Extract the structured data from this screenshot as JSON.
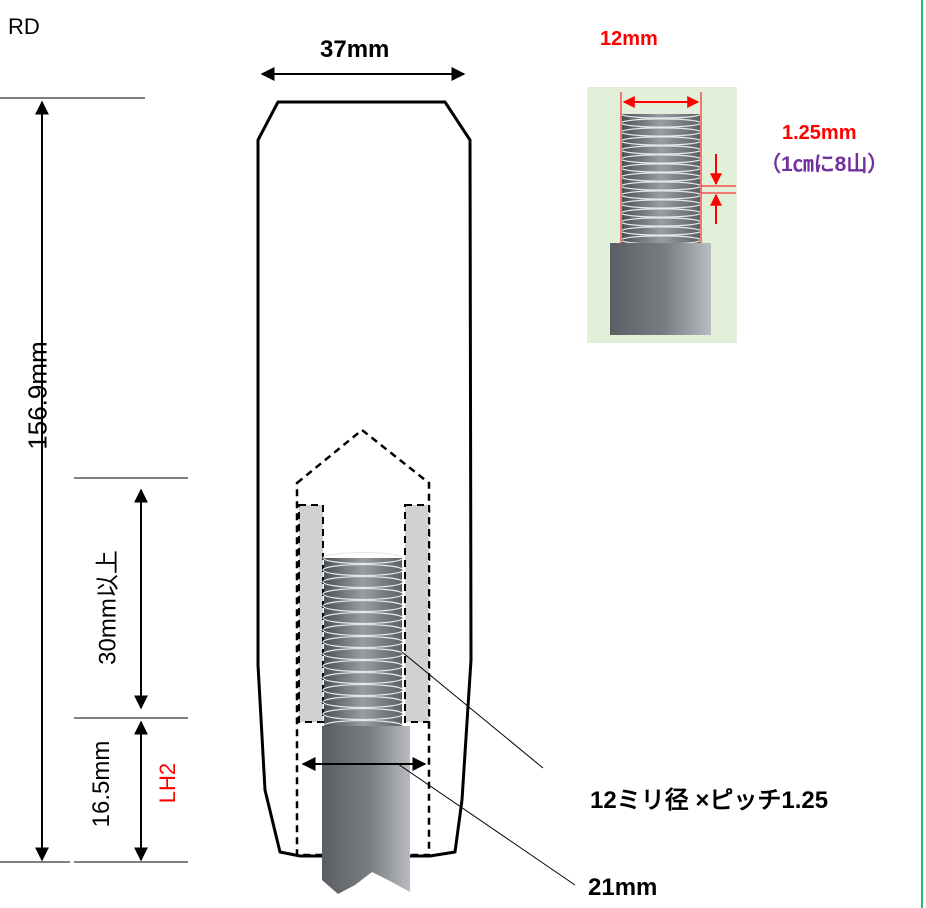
{
  "product_code": "RD",
  "dimensions": {
    "top_width": "37mm",
    "total_length": "156.9mm",
    "thread_depth": "30mm以上",
    "base_length": "16.5mm",
    "thread_hand": "LH2",
    "base_diameter": "21mm"
  },
  "thread_detail": {
    "diameter": "12mm",
    "pitch": "1.25mm",
    "pitch_note": "（1㎝に8山）"
  },
  "thread_spec": "12ミリ径 ×ピッチ1.25",
  "colors": {
    "dimension_red": "#ff0000",
    "note_purple": "#7030a0",
    "inset_background": "#e2f0d9",
    "metal_grey": "#6e7276",
    "border_green": "#2eb873"
  }
}
